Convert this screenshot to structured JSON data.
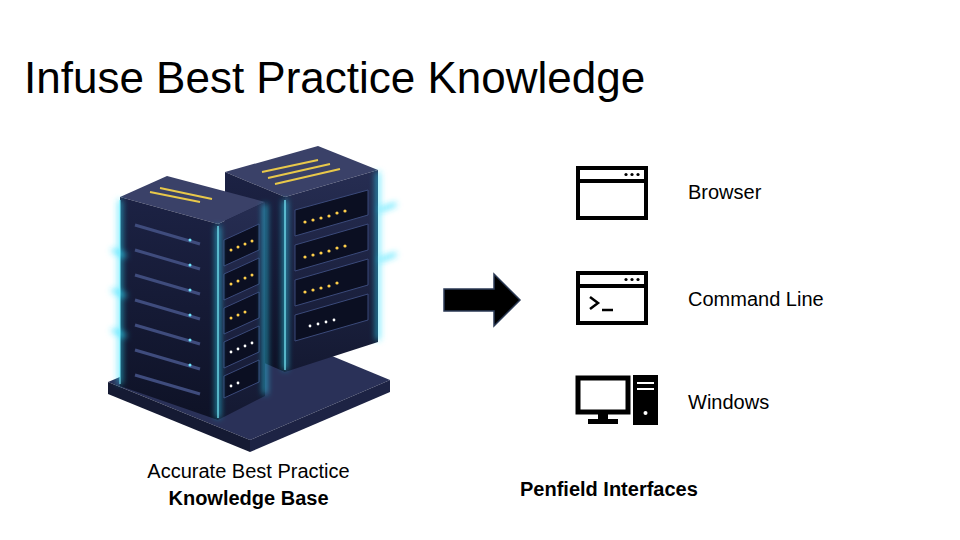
{
  "diagram": {
    "title": "Infuse Best Practice Knowledge",
    "nodes": [
      {
        "text": [
          "Accurate Best Practice",
          "Knowledge Base"
        ]
      },
      {
        "text": [
          "Penfield Interfaces"
        ]
      },
      {
        "text": [
          "Browser"
        ],
        "in": 1
      },
      {
        "text": [
          "Command Line"
        ],
        "in": 1
      },
      {
        "text": [
          "Windows"
        ],
        "in": 1
      }
    ],
    "edges": [
      {
        "from": 0,
        "to": 1,
        "arrow": "to"
      }
    ]
  }
}
